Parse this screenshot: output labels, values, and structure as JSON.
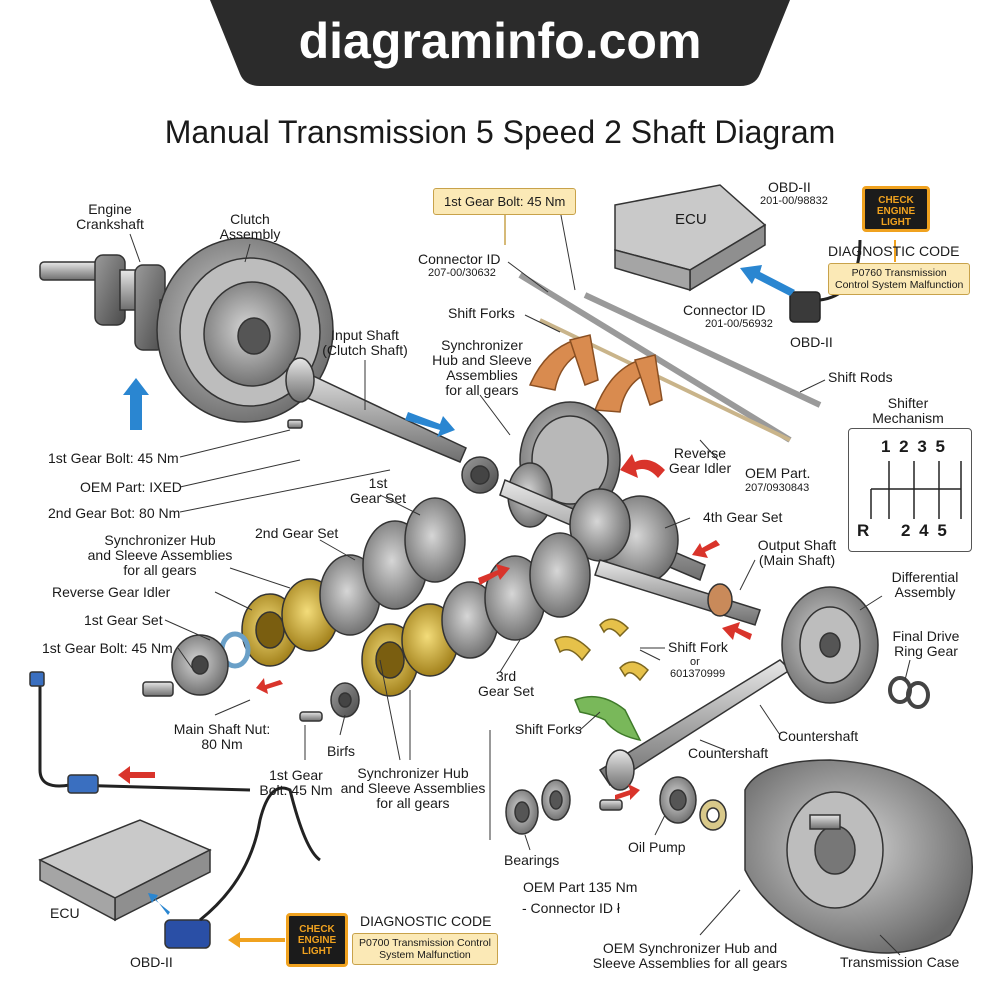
{
  "site": "diagraminfo.com",
  "title": "Manual Transmission 5 Speed 2 Shaft Diagram",
  "callout_top": "1st Gear Bolt: 45 Nm",
  "labels": {
    "engine_crankshaft": "Engine\nCrankshaft",
    "clutch_assembly": "Clutch\nAssembly",
    "input_shaft": "Input Shaft\n(Clutch Shaft)",
    "connector_id_top": "Connector ID",
    "connector_id_top_num": "207-00/30632",
    "shift_forks_top": "Shift Forks",
    "sync_hub_top": "Synchronizer\nHub and Sleeve\nAssemblies\nfor all gears",
    "obd_top": "OBD-II",
    "obd_top_num": "201-00/98832",
    "ecu_top": "ECU",
    "connector_id_right": "Connector ID",
    "connector_id_right_num": "201-00/56932",
    "obd_right": "OBD-II",
    "shift_rods": "Shift Rods",
    "shifter_mechanism": "Shifter\nMechanism",
    "reverse_gear_idler_top": "Reverse\nGear Idler",
    "oem_part_right": "OEM Part.",
    "oem_part_right_num": "207/0930843",
    "first_gear_bolt_left": "1st Gear Bolt: 45 Nm",
    "oem_part_ixed": "OEM Part: IXED",
    "second_gear_bolt": "2nd Gear Bot: 80 Nm",
    "first_gear_set_top": "1st\nGear Set",
    "second_gear_set": "2nd Gear Set",
    "sync_hub_left": "Synchronizer Hub\nand Sleeve Assemblies\nfor all gears",
    "reverse_gear_idler_left": "Reverse Gear Idler",
    "first_gear_set_left": "1st Gear Set",
    "first_gear_bolt_left2": "1st Gear Bolt: 45 Nm",
    "main_shaft_nut": "Main Shaft Nut:\n80 Nm",
    "fourth_gear_set": "4th Gear Set",
    "output_shaft": "Output Shaft\n(Main Shaft)",
    "differential_assembly": "Differential\nAssembly",
    "final_drive": "Final Drive\nRing Gear",
    "third_gear_set": "3rd\nGear Set",
    "shift_fork": "Shift Fork",
    "shift_fork_or": "or",
    "shift_fork_num": "601370999",
    "shift_forks_bottom": "Shift Forks",
    "countershaft_1": "Countershaft",
    "countershaft_2": "Countershaft",
    "birfs": "Birfs",
    "first_gear_bolt_bottom": "1st Gear\nBolt: 45 Nm",
    "sync_hub_bottom": "Synchronizer Hub\nand Sleeve Assemblies\nfor all gears",
    "bearings": "Bearings",
    "oil_pump": "Oil Pump",
    "oem_part_135": "OEM Part 135 Nm",
    "connector_id_bottom": "- Connector ID ł",
    "oem_sync_bottom": "OEM Synchronizer Hub and\nSleeve Assemblies for all gears",
    "transmission_case": "Transmission Case",
    "ecu_bottom": "ECU",
    "obd_bottom": "OBD-II"
  },
  "diag_top": {
    "heading": "DIAGNOSTIC CODE",
    "code": "P0760 Transmission\nControl System Malfunction",
    "light": "CHECK\nENGINE\nLIGHT"
  },
  "diag_bottom": {
    "heading": "DIAGNOSTIC CODE",
    "code": "P0700 Transmission Control\nSystem Malfunction",
    "light": "CHECK\nENGINE\nLIGHT"
  },
  "shifter": {
    "top_row": "1 2 3 5",
    "bottom_left": "R",
    "bottom_row": "2 4 5"
  },
  "colors": {
    "banner": "#2b2b2b",
    "arrow_blue": "#2a86d1",
    "arrow_red": "#d9342b",
    "fork_orange": "#d98b4f",
    "fork_green": "#79b85a",
    "gold": "#c9a227",
    "callout_fill": "#fbe9b6",
    "cel_orange": "#f0a21f"
  }
}
